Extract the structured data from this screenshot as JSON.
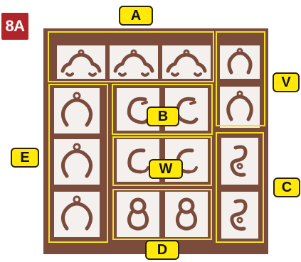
{
  "figure_id": "8A",
  "labels": {
    "a": "A",
    "b": "B",
    "c": "C",
    "d": "D",
    "e": "E",
    "v": "V",
    "w": "W"
  },
  "colors": {
    "sheet": "#7b4b3c",
    "cell": "#f4f0ee",
    "outline": "#f2e21a",
    "tag": "#ffe80a",
    "badge": "#b0242a"
  },
  "icons": {
    "part_a": "arch-claw-icon",
    "part_v": "open-ring-icon",
    "part_e": "open-ring-icon",
    "part_b": "c-hook-icon",
    "part_w": "c-hook-icon",
    "part_d": "figure-eight-icon",
    "part_c": "s-hook-icon"
  }
}
